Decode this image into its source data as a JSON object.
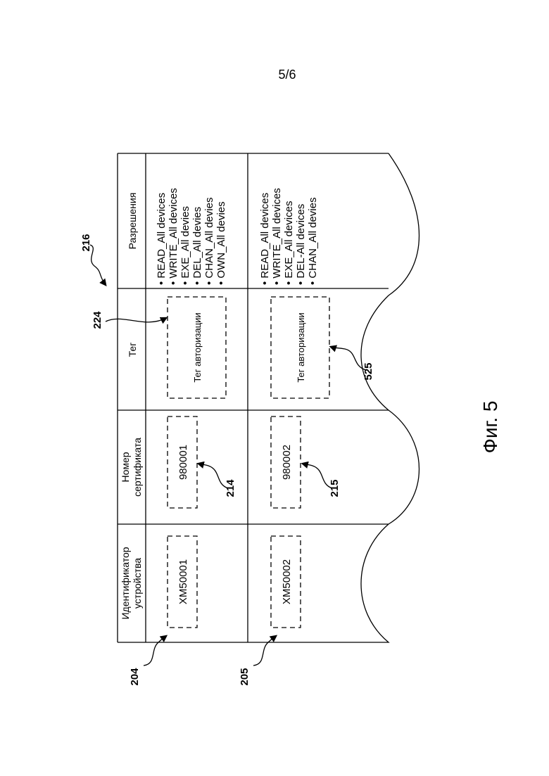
{
  "page_number": "5/6",
  "figure_caption": "Фиг. 5",
  "table": {
    "headers": {
      "device_id": [
        "Идентификатор",
        "устройства"
      ],
      "cert_number": [
        "Номер",
        "сертификата"
      ],
      "tag": "Тег",
      "permissions": "Разрешения"
    },
    "rows": [
      {
        "device_id": "XM50001",
        "cert_number": "980001",
        "tag": "Тег авторизации",
        "permissions": [
          "• READ_All devices",
          "• WRITE_All devices",
          "• EXE_All devies",
          "• DEL_All devies",
          "• CHAN_All devies",
          "• OWN_All devies"
        ]
      },
      {
        "device_id": "XM50002",
        "cert_number": "980002",
        "tag": "Тег авторизации",
        "permissions": [
          "• READ_All devices",
          "• WRITE_All devices",
          "• EXE_All devices",
          "• DEL-All devices",
          "• CHAN_All devies"
        ]
      }
    ]
  },
  "reference_labels": {
    "table": "216",
    "row1_device": "204",
    "row2_device": "205",
    "row1_cert": "214",
    "row2_cert": "215",
    "row1_tag": "224",
    "row2_tag": "525"
  }
}
